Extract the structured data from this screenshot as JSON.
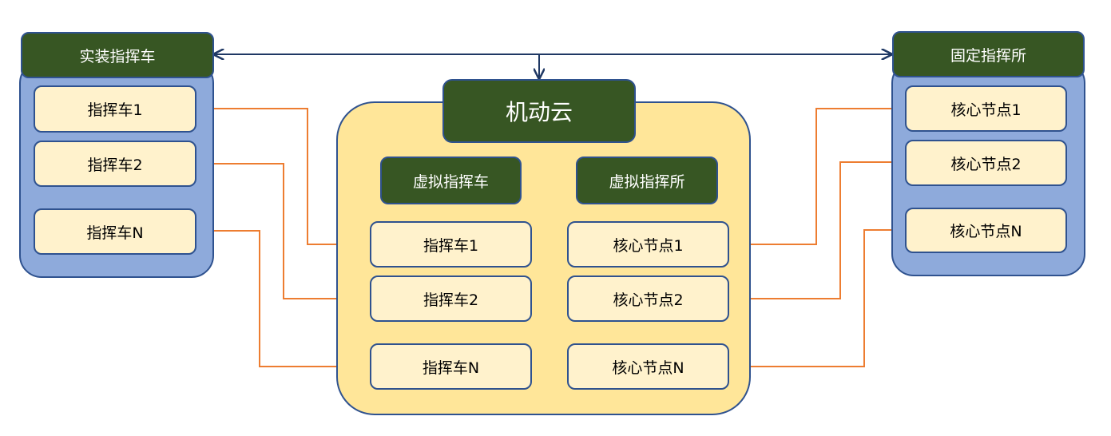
{
  "left_site": {
    "title": "实装指挥车",
    "items": [
      "指挥车1",
      "指挥车2",
      "指挥车N"
    ]
  },
  "right_site": {
    "title": "固定指挥所",
    "items": [
      "核心节点1",
      "核心节点2",
      "核心节点N"
    ]
  },
  "cloud": {
    "title": "机动云",
    "virtual_vehicles": {
      "title": "虚拟指挥车",
      "items": [
        "指挥车1",
        "指挥车2",
        "指挥车N"
      ]
    },
    "virtual_post": {
      "title": "虚拟指挥所",
      "items": [
        "核心节点1",
        "核心节点2",
        "核心节点N"
      ]
    }
  },
  "colors": {
    "header_fill": "#375623",
    "panel_fill": "#8eaadb",
    "cloud_fill": "#ffe699",
    "node_fill": "#fff2cc",
    "border": "#2f528f",
    "top_link": "#1f3864",
    "mapping_link": "#ed7d31"
  }
}
